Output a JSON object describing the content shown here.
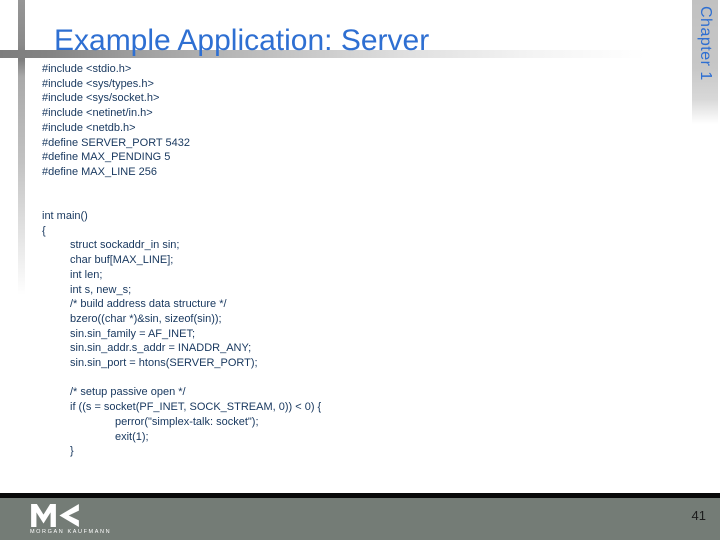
{
  "slide": {
    "title": "Example Application: Server",
    "chapter_tab_label": "Chapter 1",
    "page_number": "41"
  },
  "logo": {
    "mark": "MK",
    "name": "MORGAN KAUFMANN"
  },
  "code": {
    "lines": [
      {
        "text": "#include <stdio.h>",
        "indent": 0
      },
      {
        "text": "#include <sys/types.h>",
        "indent": 0
      },
      {
        "text": "#include <sys/socket.h>",
        "indent": 0
      },
      {
        "text": "#include <netinet/in.h>",
        "indent": 0
      },
      {
        "text": "#include <netdb.h>",
        "indent": 0
      },
      {
        "text": "#define SERVER_PORT 5432",
        "indent": 0
      },
      {
        "text": "#define MAX_PENDING 5",
        "indent": 0
      },
      {
        "text": "#define MAX_LINE 256",
        "indent": 0
      },
      {
        "text": "",
        "indent": 0
      },
      {
        "text": "",
        "indent": 0
      },
      {
        "text": "int main()",
        "indent": 0
      },
      {
        "text": "{",
        "indent": 0
      },
      {
        "text": "struct sockaddr_in sin;",
        "indent": 1
      },
      {
        "text": "char buf[MAX_LINE];",
        "indent": 1
      },
      {
        "text": "int len;",
        "indent": 1
      },
      {
        "text": "int s, new_s;",
        "indent": 1
      },
      {
        "text": "/* build address data structure */",
        "indent": 1
      },
      {
        "text": "bzero((char *)&sin, sizeof(sin));",
        "indent": 1
      },
      {
        "text": "sin.sin_family = AF_INET;",
        "indent": 1
      },
      {
        "text": "sin.sin_addr.s_addr = INADDR_ANY;",
        "indent": 1
      },
      {
        "text": "sin.sin_port = htons(SERVER_PORT);",
        "indent": 1
      },
      {
        "text": "",
        "indent": 0
      },
      {
        "text": "/* setup passive open */",
        "indent": 1
      },
      {
        "text": "if ((s = socket(PF_INET, SOCK_STREAM, 0)) < 0) {",
        "indent": 1
      },
      {
        "text": "perror(\"simplex-talk: socket\");",
        "indent": 2
      },
      {
        "text": "exit(1);",
        "indent": 2
      },
      {
        "text": "}",
        "indent": 1
      }
    ]
  },
  "colors": {
    "title_blue": "#2e6fd2",
    "code_navy": "#17375e",
    "footer_gray": "#747c76",
    "tab_gray": "#c4c4c4",
    "bar_gray": "#8c8c8c"
  }
}
